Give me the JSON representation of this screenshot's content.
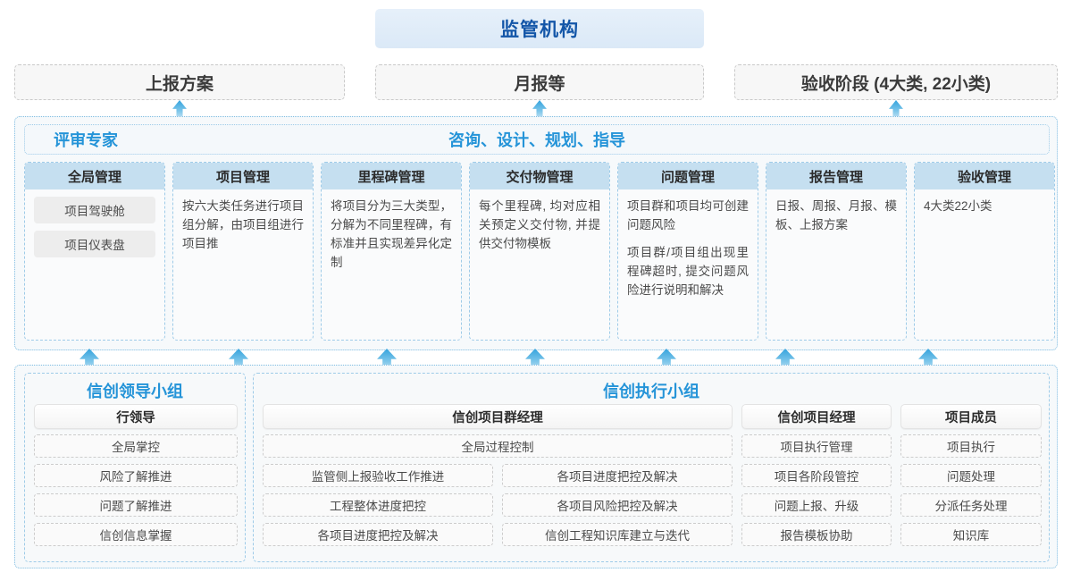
{
  "top": {
    "regulator": "监管机构",
    "reports": [
      "上报方案",
      "月报等",
      "验收阶段 (4大类, 22小类)"
    ]
  },
  "middle": {
    "label_left": "评审专家",
    "label_center": "咨询、设计、规划、指导",
    "columns": [
      {
        "title": "全局管理",
        "pills": [
          "项目驾驶舱",
          "项目仪表盘"
        ],
        "paras": []
      },
      {
        "title": "项目管理",
        "pills": [],
        "paras": [
          "按六大类任务进行项目组分解，由项目组进行项目推"
        ]
      },
      {
        "title": "里程碑管理",
        "pills": [],
        "paras": [
          "将项目分为三大类型，分解为不同里程碑，有标准并且实现差异化定制"
        ]
      },
      {
        "title": "交付物管理",
        "pills": [],
        "paras": [
          "每个里程碑, 均对应相关预定义交付物, 并提供交付物模板"
        ]
      },
      {
        "title": "问题管理",
        "pills": [],
        "paras": [
          "项目群和项目均可创建问题风险",
          "项目群/项目组出现里程碑超时, 提交问题风险进行说明和解决"
        ]
      },
      {
        "title": "报告管理",
        "pills": [],
        "paras": [
          "日报、周报、月报、模板、上报方案"
        ]
      },
      {
        "title": "验收管理",
        "pills": [],
        "paras": [
          "4大类22小类"
        ]
      }
    ]
  },
  "bottom": {
    "left_group": {
      "title": "信创领导小组",
      "role": "行领导",
      "tasks": [
        "全局掌控",
        "风险了解推进",
        "问题了解推进",
        "信创信息掌握"
      ]
    },
    "right_group": {
      "title": "信创执行小组",
      "program_manager": {
        "role": "信创项目群经理",
        "full_width_task": "全局过程控制",
        "col_a": [
          "监管侧上报验收工作推进",
          "工程整体进度把控",
          "各项目进度把控及解决"
        ],
        "col_b": [
          "各项目进度把控及解决",
          "各项目风险把控及解决",
          "信创工程知识库建立与迭代"
        ]
      },
      "project_manager": {
        "role": "信创项目经理",
        "tasks": [
          "项目执行管理",
          "项目各阶段管控",
          "问题上报、升级",
          "报告模板协助"
        ]
      },
      "member": {
        "role": "项目成员",
        "tasks": [
          "项目执行",
          "问题处理",
          "分派任务处理",
          "知识库"
        ]
      }
    }
  },
  "icons": {
    "arrow_up": "arrow-up-icon"
  },
  "colors": {
    "accent_blue": "#2594d8",
    "title_blue": "#1356a8",
    "header_fill": "#c5dff0",
    "arrow": "#34a3dd"
  }
}
